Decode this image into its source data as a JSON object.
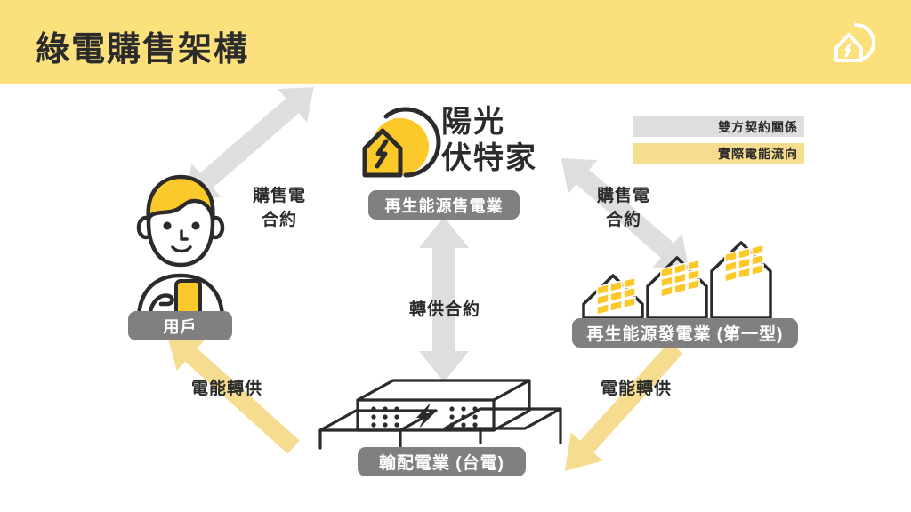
{
  "header": {
    "title": "綠電購售架構",
    "logo_icon": "house-sun-logo-icon",
    "background_color": "#fbe07b"
  },
  "legend": {
    "items": [
      {
        "label": "雙方契約關係",
        "color": "#dedede",
        "meaning": "contract-relationship"
      },
      {
        "label": "實際電能流向",
        "color": "#f5dc8e",
        "meaning": "actual-power-flow"
      }
    ]
  },
  "brand": {
    "name_line1": "陽光",
    "name_line2": "伏特家",
    "mark_icon": "sun-house-bolt-icon"
  },
  "nodes": [
    {
      "id": "retailer",
      "label": "再生能源售電業",
      "pill_color": "#808080"
    },
    {
      "id": "user",
      "label": "用戶",
      "pill_color": "#808080",
      "icon": "person-with-phone-icon"
    },
    {
      "id": "generator",
      "label": "再生能源發電業 (第一型)",
      "pill_color": "#808080",
      "icon": "solar-roof-houses-icon"
    },
    {
      "id": "grid",
      "label": "輸配電業 (台電)",
      "pill_color": "#808080",
      "icon": "power-plant-bolt-icon"
    }
  ],
  "arrows": [
    {
      "id": "ppa-left",
      "label": "購售電\n合約",
      "style": "contract",
      "color": "#dedede",
      "direction": "bidirectional"
    },
    {
      "id": "ppa-right",
      "label": "購售電\n合約",
      "style": "contract",
      "color": "#dedede",
      "direction": "bidirectional"
    },
    {
      "id": "wheeling",
      "label": "轉供合約",
      "style": "contract",
      "color": "#dedede",
      "direction": "bidirectional"
    },
    {
      "id": "transfer-left",
      "label": "電能轉供",
      "style": "flow",
      "color": "#f5dc8e",
      "direction": "to-user"
    },
    {
      "id": "transfer-right",
      "label": "電能轉供",
      "style": "flow",
      "color": "#f5dc8e",
      "direction": "to-grid"
    }
  ],
  "colors": {
    "banner_yellow": "#fbe07b",
    "sun_yellow": "#fbc92a",
    "pill_gray": "#808080",
    "arrow_gray": "#dedede",
    "flow_yellow": "#f5dc8e",
    "outline": "#2b2b2b"
  }
}
